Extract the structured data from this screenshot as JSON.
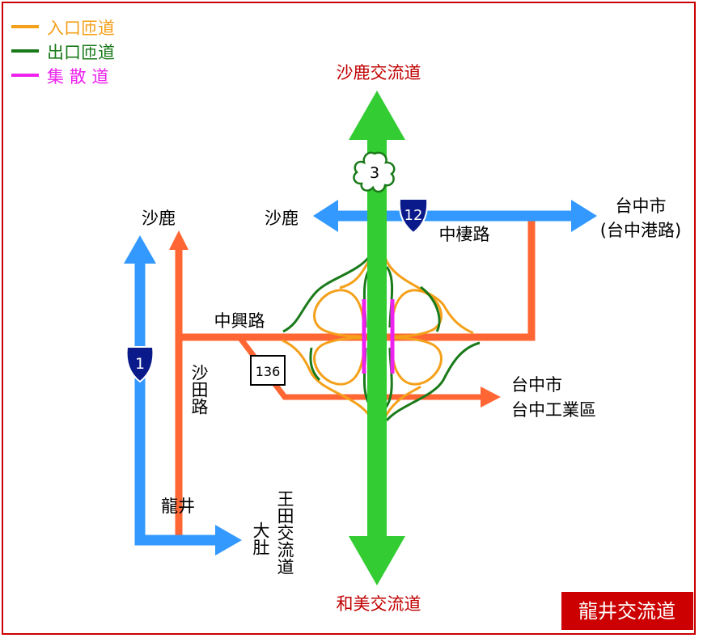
{
  "legend": {
    "entrance_ramp": "入口匝道",
    "exit_ramp": "出口匝道",
    "collector_road": "集 散 道"
  },
  "labels": {
    "north_interchange": "沙鹿交流道",
    "south_interchange": "和美交流道",
    "west_shalu": "沙鹿",
    "left_shalu": "沙鹿",
    "east_taichung_city": "台中市",
    "east_taichung_port_road": "(台中港路)",
    "zhongqi_road": "中棲路",
    "zhongxing_road": "中興路",
    "shatian_road": "沙田路",
    "longjing": "龍井",
    "dadu": "大肚",
    "wangtian_interchange": "王田交流道",
    "se_taichung_city": "台中市",
    "se_industrial_zone": "台中工業區",
    "title_box": "龍井交流道"
  },
  "shields": {
    "freeway_3": "3",
    "expressway_12": "12",
    "freeway_1": "1",
    "provincial_136": "136"
  },
  "colors": {
    "freeway_green": "#33cc33",
    "expressway_blue": "#3399ff",
    "local_road_orange": "#ff6633",
    "entrance_ramp": "#f5a01a",
    "exit_ramp": "#1a7a1a",
    "collector_road": "#ee22ee",
    "border_red": "#cc0000",
    "title_text_red": "#c00000",
    "shield_navy": "#0a1a8a"
  }
}
